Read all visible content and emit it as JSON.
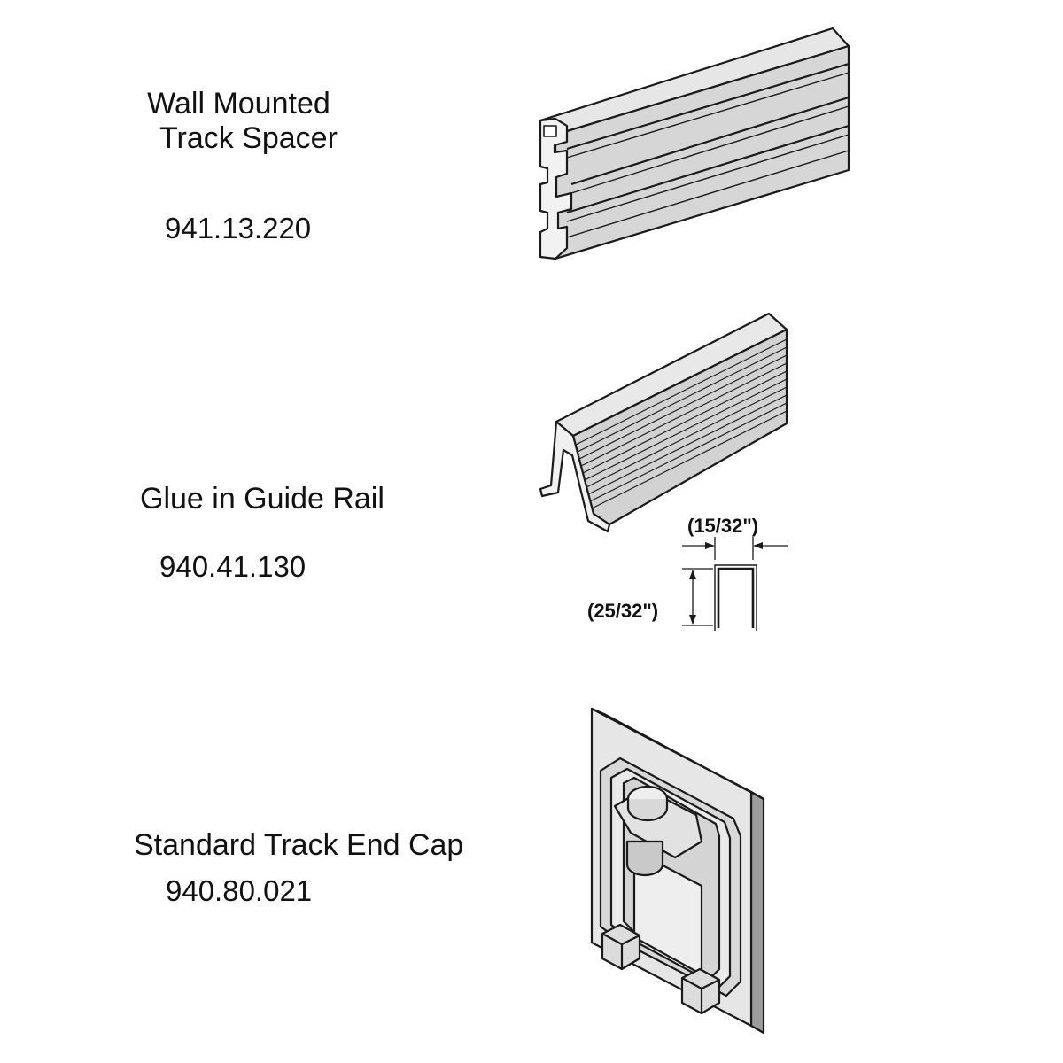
{
  "items": [
    {
      "name_line1": "Wall Mounted",
      "name_line2": "Track Spacer",
      "code": "941.13.220"
    },
    {
      "name": "Glue in Guide Rail",
      "code": "940.41.130",
      "dimensions": {
        "width": "(15/32\")",
        "height": "(25/32\")"
      }
    },
    {
      "name": "Standard Track End Cap",
      "code": "940.80.021"
    }
  ],
  "colors": {
    "metal_light": "#e3e3e3",
    "metal_mid": "#cfcfcf",
    "metal_dark": "#b5b5b5",
    "outline": "#1a1a1a"
  }
}
